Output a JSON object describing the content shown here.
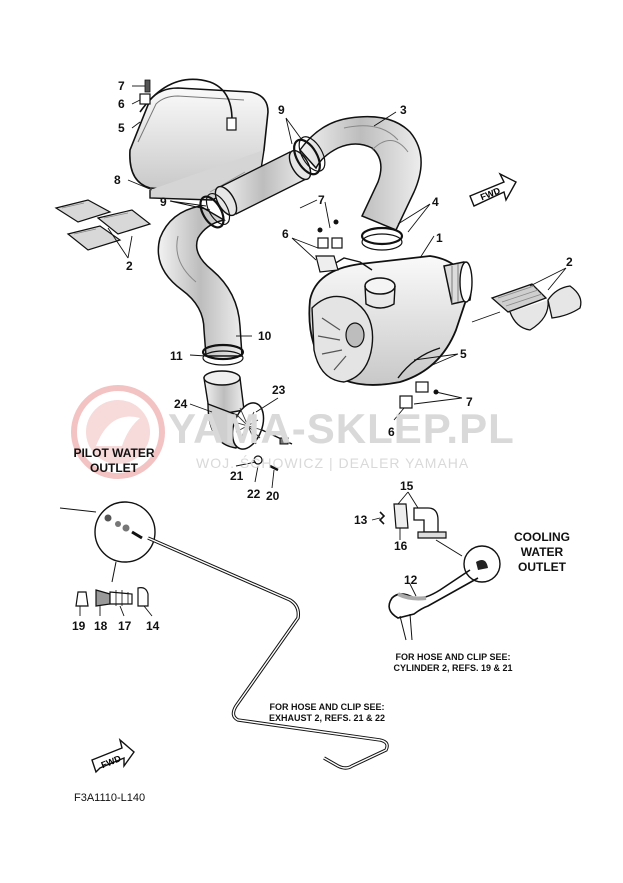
{
  "watermark": {
    "main": "YAMA-SKLEP.PL",
    "sub": "WOJ. ŚCHOWICZ | DEALER YAMAHA"
  },
  "fwd_label": "FWD",
  "captions": {
    "pilot_line1": "PILOT WATER",
    "pilot_line2": "OUTLET",
    "cooling_line1": "COOLING",
    "cooling_line2": "WATER",
    "cooling_line3": "OUTLET",
    "hose_cyl_line1": "FOR HOSE AND CLIP SEE:",
    "hose_cyl_line2": "CYLINDER 2, REFS. 19 & 21",
    "hose_exh_line1": "FOR HOSE AND CLIP SEE:",
    "hose_exh_line2": "EXHAUST 2, REFS. 21 & 22"
  },
  "diagram_code": "F3A1110-L140",
  "callouts": {
    "c7a": "7",
    "c6a": "6",
    "c5a": "5",
    "c8": "8",
    "c2a": "2",
    "c9a": "9",
    "c3": "3",
    "c9b": "9",
    "c7b": "7",
    "c6b": "6",
    "c4": "4",
    "c1": "1",
    "c2b": "2",
    "c10": "10",
    "c11": "11",
    "c5b": "5",
    "c23": "23",
    "c24": "24",
    "c7c": "7",
    "c6c": "6",
    "c21": "21",
    "c22": "22",
    "c20": "20",
    "c15": "15",
    "c13": "13",
    "c16": "16",
    "c12": "12",
    "c19": "19",
    "c18": "18",
    "c17": "17",
    "c14": "14"
  }
}
